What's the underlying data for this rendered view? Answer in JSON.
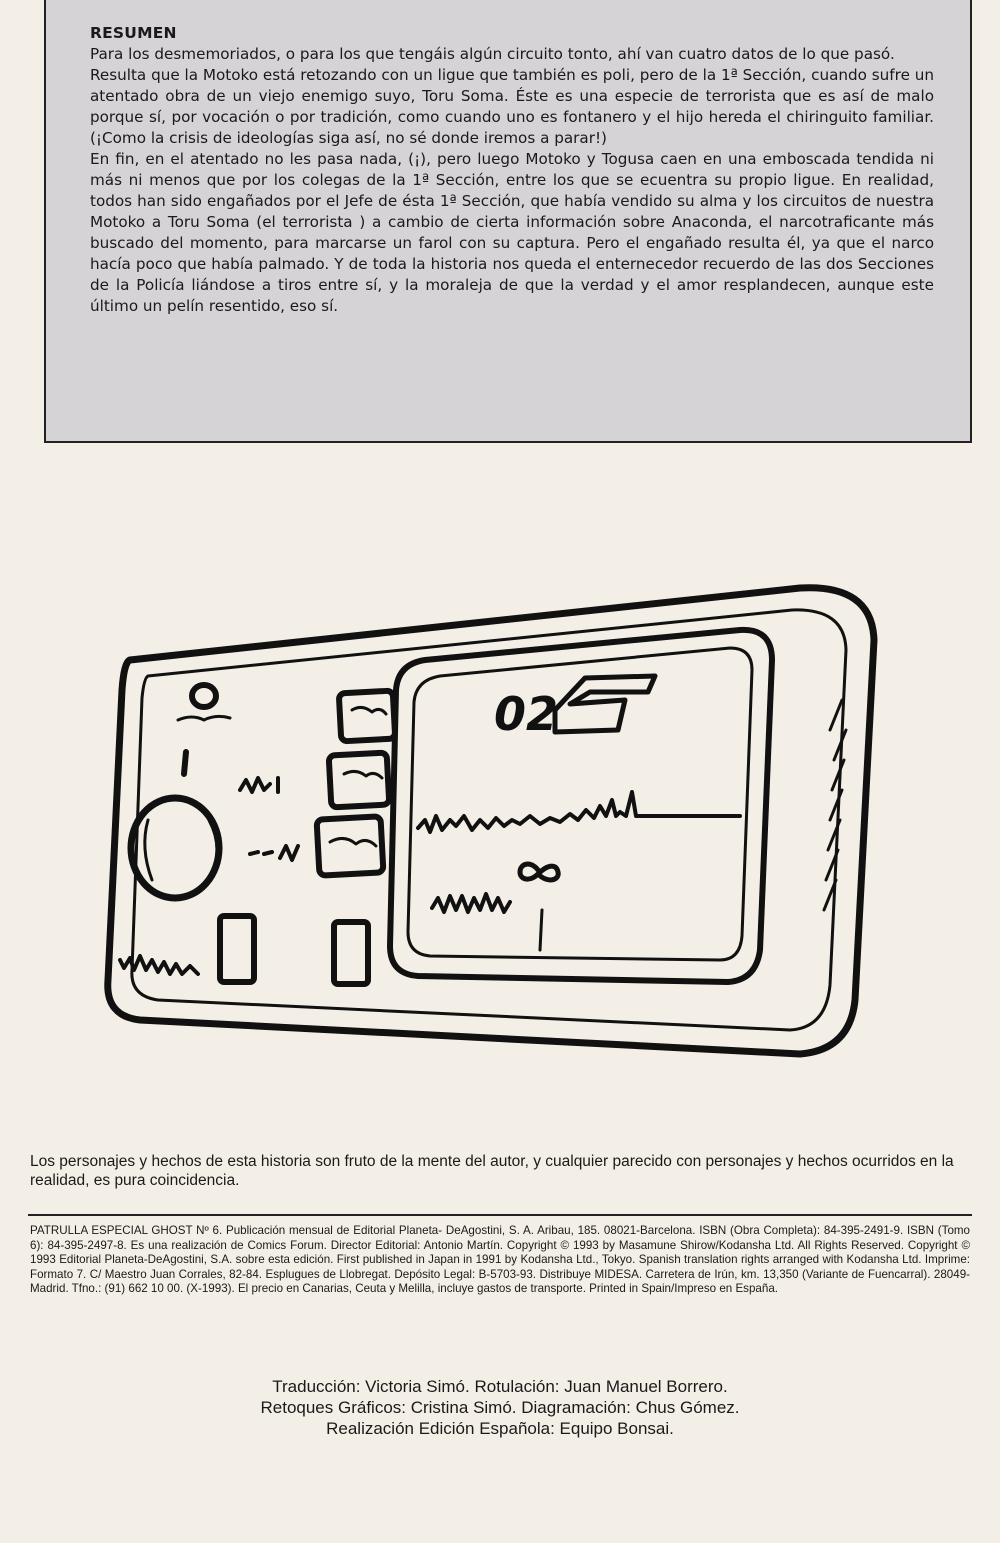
{
  "summary": {
    "title": "RESUMEN",
    "paragraphs": [
      "Para los desmemoriados, o para los que tengáis algún circuito tonto, ahí van cuatro datos de lo que pasó.",
      "Resulta que la Motoko está retozando con un ligue que también es poli, pero de la 1ª Sección, cuando sufre un atentado obra de un viejo enemigo suyo, Toru Soma. Éste es una especie de terrorista que es así de malo porque sí, por vocación o por tradición, como cuando uno es fontanero y el hijo hereda el chiringuito familiar. (¡Como la crisis de ideologías siga así, no sé donde iremos a parar!)",
      "En fin, en el atentado no les pasa nada, (¡), pero luego Motoko y Togusa caen en una emboscada tendida ni más ni menos que por los colegas de la 1ª Sección, entre los que se ecuentra su propio ligue. En realidad, todos han sido engañados por el Jefe de ésta 1ª Sección, que había vendido su alma y los circuitos de nuestra Motoko a Toru Soma (el terrorista ) a cambio de cierta información sobre Anaconda, el narcotraficante más buscado del momento, para marcarse un farol con su captura. Pero el engañado resulta él, ya que el narco hacía poco que había palmado. Y de toda la historia nos queda el enternecedor recuerdo de las dos Secciones de la Policía liándose a tiros entre sí, y la moraleja de que la verdad y el amor resplandecen, aunque este último un pelín resentido, eso sí."
    ]
  },
  "illustration": {
    "display_digits": "02"
  },
  "disclaimer": "Los personajes y hechos de esta historia son fruto de la mente del autor, y cualquier parecido con personajes y hechos ocurridos en la realidad, es pura coincidencia.",
  "legal": "PATRULLA ESPECIAL GHOST Nº 6. Publicación mensual de Editorial Planeta- DeAgostini, S. A. Aribau, 185. 08021-Barcelona. ISBN (Obra Completa): 84-395-2491-9. ISBN (Tomo 6): 84-395-2497-8. Es una realización de Comics Forum. Director Editorial: Antonio Martín. Copyright © 1993 by Masamune Shirow/Kodansha Ltd. All Rights Reserved. Copyright © 1993 Editorial Planeta-DeAgostini, S.A. sobre esta edición. First published in Japan in 1991 by Kodansha Ltd., Tokyo. Spanish translation rights arranged with Kodansha Ltd. Imprime: Formato 7. C/ Maestro Juan Corrales, 82-84. Esplugues de Llobregat. Depósito Legal: B-5703-93. Distribuye MIDESA. Carretera de Irún, km. 13,350 (Variante de Fuencarral). 28049-Madrid. Tfno.: (91) 662 10 00. (X-1993). El precio en Canarias, Ceuta y Melilla, incluye gastos de transporte. Printed in Spain/Impreso en España.",
  "credits": [
    "Traducción: Victoria Simó. Rotulación: Juan Manuel Borrero.",
    "Retoques Gráficos: Cristina Simó. Diagramación: Chus Gómez.",
    "Realización Edición Española: Equipo Bonsai."
  ]
}
